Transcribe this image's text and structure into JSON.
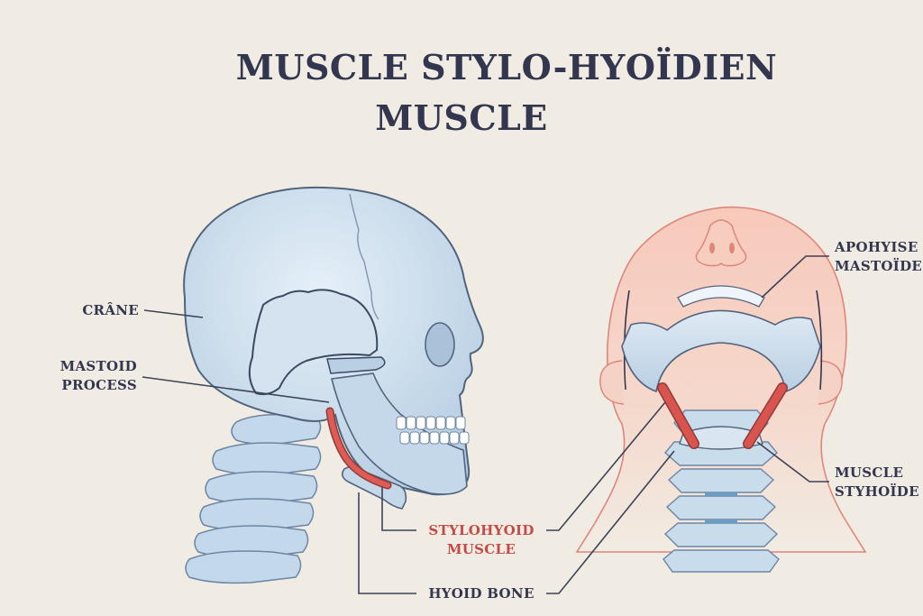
{
  "title": {
    "line1": "MUSCLE STYLO-HYOÏDIEN",
    "line2": "MUSCLE"
  },
  "labels": {
    "crane": "CRÂNE",
    "mastoid_process": [
      "MASTOID",
      "PROCESS"
    ],
    "stylohyoid_muscle": [
      "STYLOHYOID",
      "MUSCLE"
    ],
    "hyoid_bone": "HYOID BONE",
    "apophyise_mastoide": [
      "APOHYISE",
      "MASTOÏDE"
    ],
    "muscle_styhoide": [
      "MUSCLE",
      "STYHOÏDE"
    ]
  },
  "colors": {
    "background": "#f1ece3",
    "text": "#33364f",
    "accent_red": "#c44a45",
    "bone": "#c9dcec",
    "bone_outline": "#51647e",
    "skin": "#f6cdbf",
    "skin_outline": "#e0857a",
    "muscle": "#d9534f"
  },
  "illustrations": {
    "left": "lateral-skull-with-cervical-spine",
    "right": "inferior-view-head-with-mandible-and-spine"
  }
}
